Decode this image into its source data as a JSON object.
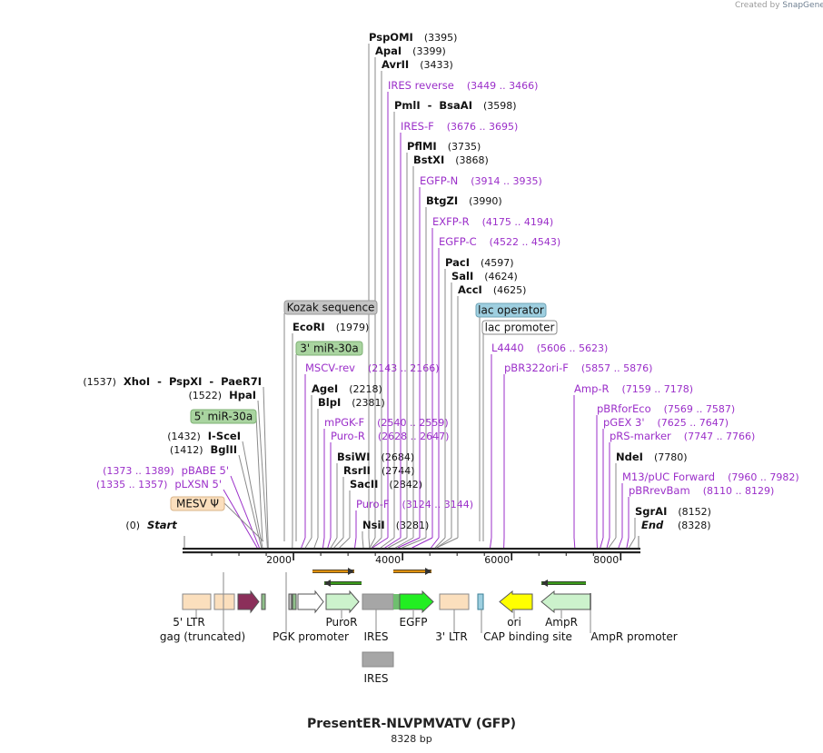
{
  "watermark": {
    "text": "Created by",
    "brand": "SnapGene"
  },
  "map": {
    "title": "PresentER-NLVPMVATV (GFP)",
    "length_label": "8328 bp",
    "total_bp": 8328,
    "start_label": "Start",
    "start_pos": "(0)",
    "end_label": "End",
    "end_pos": "(8328)"
  },
  "colors": {
    "enzyme": "#000000",
    "primer": "#9b2fc9",
    "backbone": "#222222",
    "ltr": "#fbdfbd",
    "gag": "#8b2f5a",
    "green_arrow": "#3a9a1a",
    "orange_arrow": "#e0910e",
    "egfp": "#22ee22",
    "ires": "#a6a6a6",
    "ori": "#ffff00",
    "ampr": "#ccf2cc",
    "lac_operator": "#9ecfe0"
  },
  "axis": {
    "ticks": [
      {
        "bp": 2000,
        "label": "2000"
      },
      {
        "bp": 4000,
        "label": "4000"
      },
      {
        "bp": 6000,
        "label": "6000"
      },
      {
        "bp": 8000,
        "label": "8000"
      }
    ]
  },
  "enzymes": [
    {
      "name": "PspOMI",
      "pos": "(3395)",
      "bp": 3395
    },
    {
      "name": "ApaI",
      "pos": "(3399)",
      "bp": 3399
    },
    {
      "name": "AvrII",
      "pos": "(3433)",
      "bp": 3433
    },
    {
      "name": "PmlI - BsaAI",
      "pos": "(3598)",
      "bp": 3598
    },
    {
      "name": "PflMI",
      "pos": "(3735)",
      "bp": 3735
    },
    {
      "name": "BstXI",
      "pos": "(3868)",
      "bp": 3868
    },
    {
      "name": "BtgZI",
      "pos": "(3990)",
      "bp": 3990
    },
    {
      "name": "PacI",
      "pos": "(4597)",
      "bp": 4597
    },
    {
      "name": "SalI",
      "pos": "(4624)",
      "bp": 4624
    },
    {
      "name": "AccI",
      "pos": "(4625)",
      "bp": 4625
    },
    {
      "name": "EcoRI",
      "pos": "(1979)",
      "bp": 1979
    },
    {
      "name": "AgeI",
      "pos": "(2218)",
      "bp": 2218
    },
    {
      "name": "BlpI",
      "pos": "(2381)",
      "bp": 2381
    },
    {
      "name": "BsiWI",
      "pos": "(2684)",
      "bp": 2684
    },
    {
      "name": "RsrII",
      "pos": "(2744)",
      "bp": 2744
    },
    {
      "name": "SacII",
      "pos": "(2842)",
      "bp": 2842
    },
    {
      "name": "NsiI",
      "pos": "(3281)",
      "bp": 3281
    },
    {
      "name": "XhoI - PspXI - PaeR7I",
      "pos": "(1537)",
      "bp": 1537
    },
    {
      "name": "HpaI",
      "pos": "(1522)",
      "bp": 1522
    },
    {
      "name": "I-SceI",
      "pos": "(1432)",
      "bp": 1432
    },
    {
      "name": "BglII",
      "pos": "(1412)",
      "bp": 1412
    },
    {
      "name": "NdeI",
      "pos": "(7780)",
      "bp": 7780
    },
    {
      "name": "SgrAI",
      "pos": "(8152)",
      "bp": 8152
    }
  ],
  "primers": [
    {
      "name": "IRES reverse",
      "pos": "(3449 .. 3466)",
      "bp": 3449
    },
    {
      "name": "IRES-F",
      "pos": "(3676 .. 3695)",
      "bp": 3676
    },
    {
      "name": "EGFP-N",
      "pos": "(3914 .. 3935)",
      "bp": 3914
    },
    {
      "name": "EXFP-R",
      "pos": "(4175 .. 4194)",
      "bp": 4175
    },
    {
      "name": "EGFP-C",
      "pos": "(4522 .. 4543)",
      "bp": 4522
    },
    {
      "name": "MSCV-rev",
      "pos": "(2143 .. 2166)",
      "bp": 2143
    },
    {
      "name": "mPGK-F",
      "pos": "(2540 .. 2559)",
      "bp": 2540
    },
    {
      "name": "Puro-R",
      "pos": "(2628 .. 2647)",
      "bp": 2628
    },
    {
      "name": "Puro-F",
      "pos": "(3124 .. 3144)",
      "bp": 3124
    },
    {
      "name": "pBABE 5'",
      "pos": "(1373 .. 1389)",
      "bp": 1373
    },
    {
      "name": "pLXSN 5'",
      "pos": "(1335 .. 1357)",
      "bp": 1335
    },
    {
      "name": "L4440",
      "pos": "(5606 .. 5623)",
      "bp": 5606
    },
    {
      "name": "pBR322ori-F",
      "pos": "(5857 .. 5876)",
      "bp": 5857
    },
    {
      "name": "Amp-R",
      "pos": "(7159 .. 7178)",
      "bp": 7159
    },
    {
      "name": "pBRforEco",
      "pos": "(7569 .. 7587)",
      "bp": 7569
    },
    {
      "name": "pGEX 3'",
      "pos": "(7625 .. 7647)",
      "bp": 7625
    },
    {
      "name": "pRS-marker",
      "pos": "(7747 .. 7766)",
      "bp": 7747
    },
    {
      "name": "M13/pUC Forward",
      "pos": "(7960 .. 7982)",
      "bp": 7960
    },
    {
      "name": "pBRrevBam",
      "pos": "(8110 .. 8129)",
      "bp": 8110
    }
  ],
  "boxed_labels": [
    {
      "name": "Kozak sequence",
      "style": "grey"
    },
    {
      "name": "3' miR-30a",
      "style": "green"
    },
    {
      "name": "5' miR-30a",
      "style": "green"
    },
    {
      "name": "MESV Ψ",
      "style": "peach"
    },
    {
      "name": "lac operator",
      "style": "blue"
    },
    {
      "name": "lac promoter",
      "style": "white"
    }
  ],
  "features": [
    {
      "name": "5' LTR"
    },
    {
      "name": "gag (truncated)"
    },
    {
      "name": "PGK promoter"
    },
    {
      "name": "PuroR"
    },
    {
      "name": "IRES"
    },
    {
      "name": "EGFP"
    },
    {
      "name": "3' LTR"
    },
    {
      "name": "ori"
    },
    {
      "name": "CAP binding site"
    },
    {
      "name": "AmpR"
    },
    {
      "name": "AmpR promoter"
    },
    {
      "name": "IRES"
    }
  ]
}
